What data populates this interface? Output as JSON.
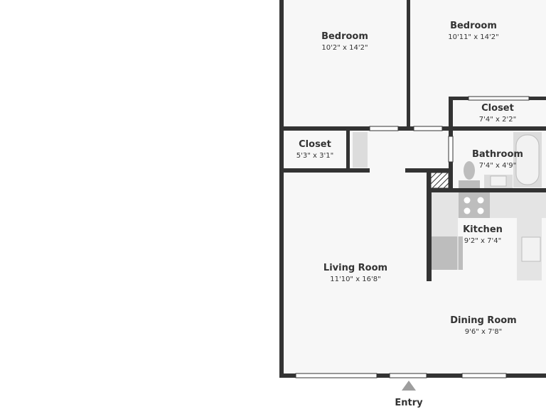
{
  "rooms": {
    "bedroom_left": {
      "name": "Bedroom",
      "dims": "10'2\" x 14'2\""
    },
    "bedroom_right": {
      "name": "Bedroom",
      "dims": "10'11\" x 14'2\""
    },
    "closet_upper": {
      "name": "Closet",
      "dims": "7'4\" x 2'2\""
    },
    "closet_left": {
      "name": "Closet",
      "dims": "5'3\" x 3'1\""
    },
    "bathroom": {
      "name": "Bathroom",
      "dims": "7'4\" x 4'9\""
    },
    "kitchen": {
      "name": "Kitchen",
      "dims": "9'2\" x 7'4\""
    },
    "living_room": {
      "name": "Living Room",
      "dims": "11'10\" x 16'8\""
    },
    "dining_room": {
      "name": "Dining Room",
      "dims": "9'6\" x 7'8\""
    }
  },
  "entry": {
    "label": "Entry"
  },
  "colors": {
    "wall": "#333333",
    "floor": "#f7f7f7",
    "fixture": "#dcdcdc",
    "fixture_dark": "#bdbdbd",
    "window": "#ffffff"
  }
}
